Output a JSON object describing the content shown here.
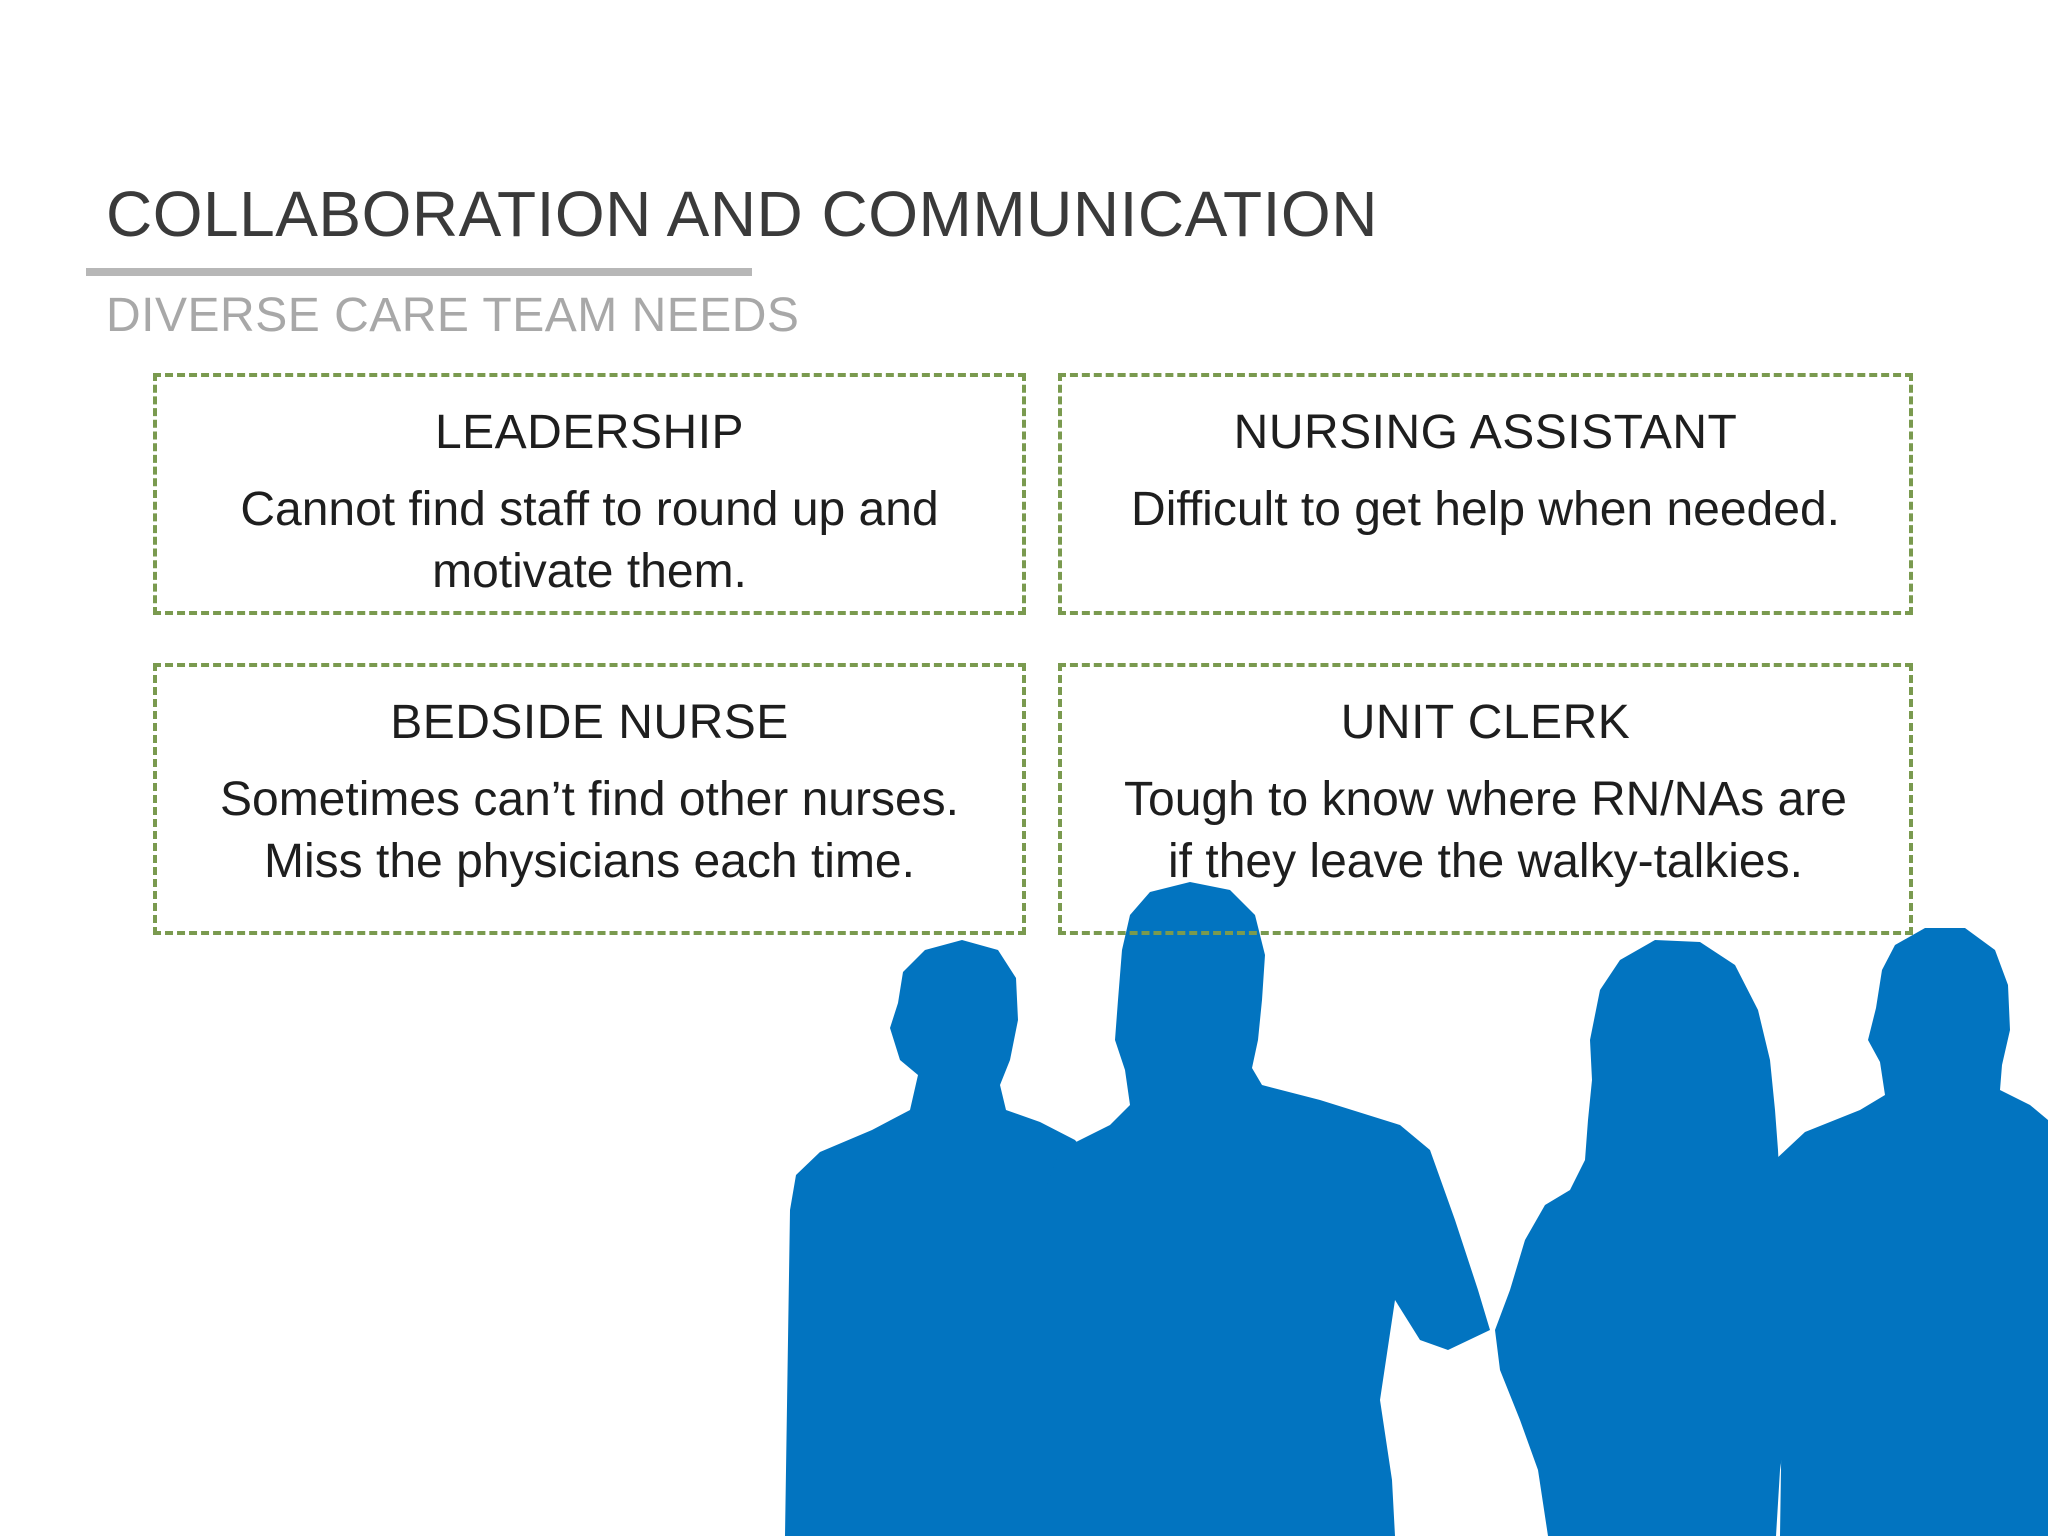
{
  "slide": {
    "title": "COLLABORATION AND COMMUNICATION",
    "subtitle": "DIVERSE CARE TEAM NEEDS"
  },
  "cards": [
    {
      "heading": "LEADERSHIP",
      "lines": [
        "Cannot find staff to round up and",
        "motivate them."
      ]
    },
    {
      "heading": "NURSING ASSISTANT",
      "lines": [
        "Difficult to get help when needed."
      ]
    },
    {
      "heading": "BEDSIDE NURSE",
      "lines": [
        "Sometimes can’t find other nurses.",
        "Miss the physicians each time."
      ]
    },
    {
      "heading": "UNIT CLERK",
      "lines": [
        "Tough to know where RN/NAs are",
        "if they leave the walky-talkies."
      ]
    }
  ],
  "image": {
    "icon": "people-silhouettes-icon"
  },
  "colors": {
    "title": "#3a3a3a",
    "subtitle": "#a8a8a8",
    "rule": "#b7b7b7",
    "card_border": "#7a9a4f",
    "silhouette": "#0274c0"
  }
}
